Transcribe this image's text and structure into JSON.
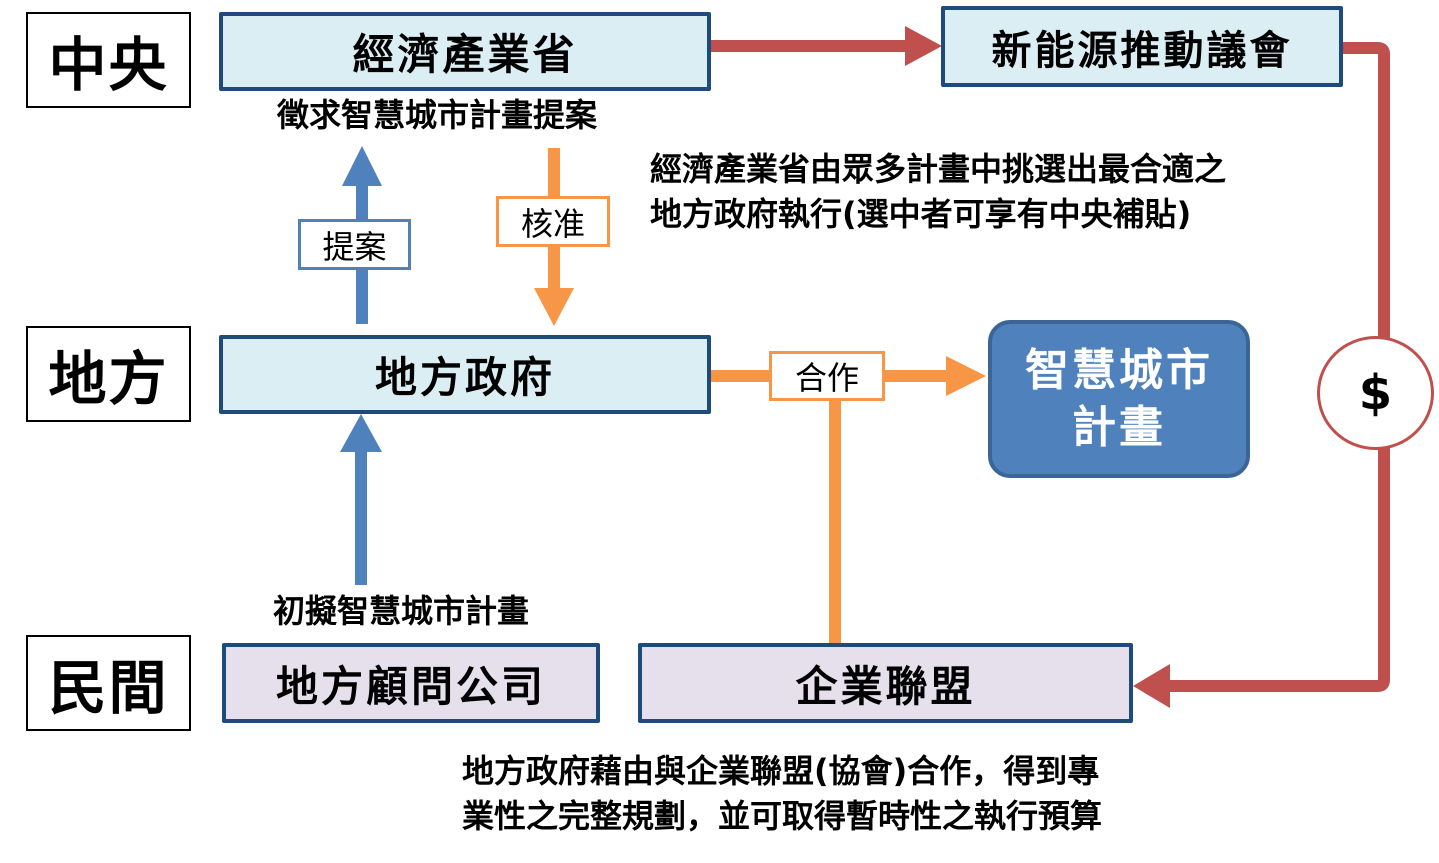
{
  "levels": {
    "central": "中央",
    "local": "地方",
    "private": "民間"
  },
  "nodes": {
    "meti": "經濟產業省",
    "nedo": "新能源推動議會",
    "local_government": "地方政府",
    "consultant": "地方顧問公司",
    "business_alliance": "企業聯盟",
    "smart_city_plan_line1": "智慧城市",
    "smart_city_plan_line2": "計畫"
  },
  "edge_labels": {
    "propose": "提案",
    "approve": "核准",
    "cooperate": "合作",
    "money_symbol": "$"
  },
  "notes": {
    "solicit": "徵求智慧城市計畫提案",
    "draft": "初擬智慧城市計畫",
    "selection_line1": "經濟產業省由眾多計畫中挑選出最合適之",
    "selection_line2": "地方政府執行(選中者可享有中央補貼)",
    "cooperation_line1": "地方政府藉由與企業聯盟(協會)合作，得到專",
    "cooperation_line2": "業性之完整規劃，並可取得暫時性之執行預算"
  },
  "colors": {
    "gov_fill": "#dbeef4",
    "private_fill": "#e5e0ec",
    "node_border": "#1f4a7c",
    "blue_arrow": "#4f81bd",
    "orange_arrow": "#f79646",
    "red_arrow": "#c0504d",
    "goal_fill": "#4f81bd"
  }
}
